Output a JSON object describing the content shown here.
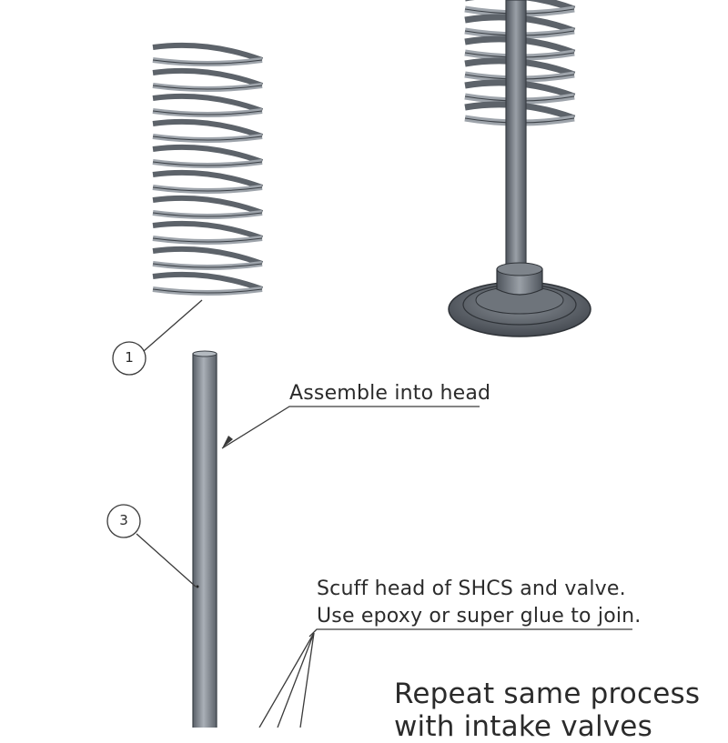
{
  "annotations": {
    "assemble": "Assemble into head",
    "scuff_line1": "Scuff head of SHCS and valve.",
    "scuff_line2": "Use epoxy or super glue to join.",
    "repeat_line1": "Repeat same process",
    "repeat_line2": "with intake valves"
  },
  "balloons": {
    "one": "1",
    "three": "3"
  },
  "colors": {
    "metal": "#8c9299",
    "metal_dark": "#4a4f56",
    "metal_light": "#c4c9cf",
    "line": "#3a3a3a",
    "text": "#2b2b2b"
  }
}
